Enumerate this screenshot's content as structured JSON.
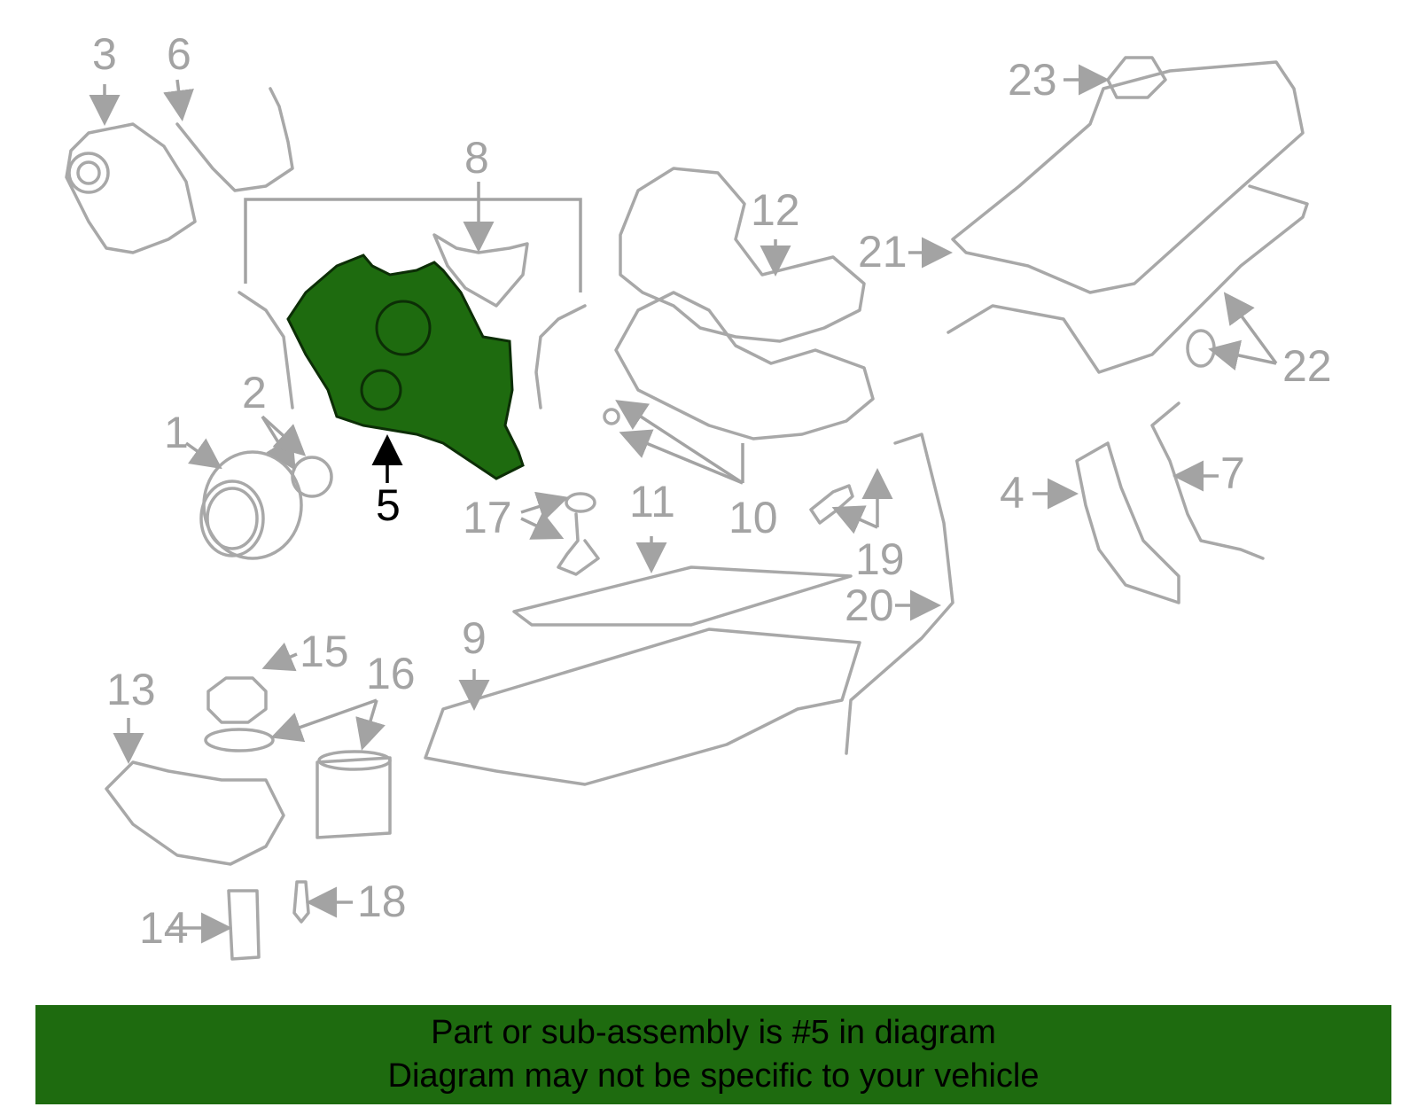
{
  "diagram": {
    "highlight_color": "#1e6b0f",
    "callouts": [
      "1",
      "2",
      "3",
      "4",
      "5",
      "6",
      "7",
      "8",
      "9",
      "10",
      "11",
      "12",
      "13",
      "14",
      "15",
      "16",
      "17",
      "18",
      "19",
      "20",
      "21",
      "22",
      "23"
    ],
    "highlighted_callout": "5"
  },
  "banner": {
    "line1": "Part or sub-assembly is #5 in diagram",
    "line2": "Diagram may not be specific to your vehicle",
    "background": "#1e6b0f"
  }
}
